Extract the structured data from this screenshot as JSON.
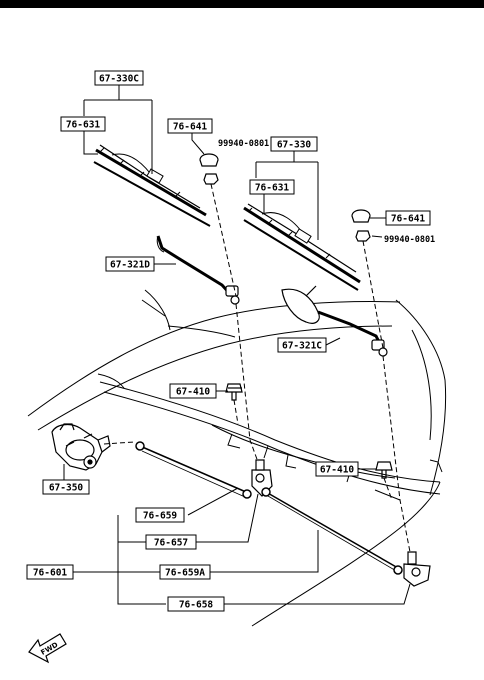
{
  "labels": {
    "p_67_330C": "67-330C",
    "p_76_631_a": "76-631",
    "p_76_641_a": "76-641",
    "p_99940_0801_a": "99940-0801",
    "p_67_330": "67-330",
    "p_76_631_b": "76-631",
    "p_76_641_b": "76-641",
    "p_99940_0801_b": "99940-0801",
    "p_67_321D": "67-321D",
    "p_67_321C": "67-321C",
    "p_67_410_a": "67-410",
    "p_67_410_b": "67-410",
    "p_67_350": "67-350",
    "p_76_659": "76-659",
    "p_76_657": "76-657",
    "p_76_601": "76-601",
    "p_76_659A": "76-659A",
    "p_76_658": "76-658"
  },
  "direction": {
    "fwd": "FWD"
  }
}
